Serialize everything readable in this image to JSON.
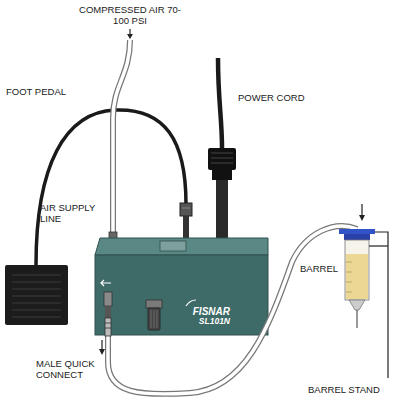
{
  "diagram": {
    "nodes": [
      {
        "text": [
          "FISNAR",
          "SL101N"
        ]
      }
    ],
    "labels": [
      "COMPRESSED AIR 70-100 PSI",
      "FOOT PEDAL",
      "POWER CORD",
      "AIR SUPPLY LINE",
      "MALE QUICK CONNECT",
      "BARREL",
      "BARREL STAND"
    ]
  }
}
